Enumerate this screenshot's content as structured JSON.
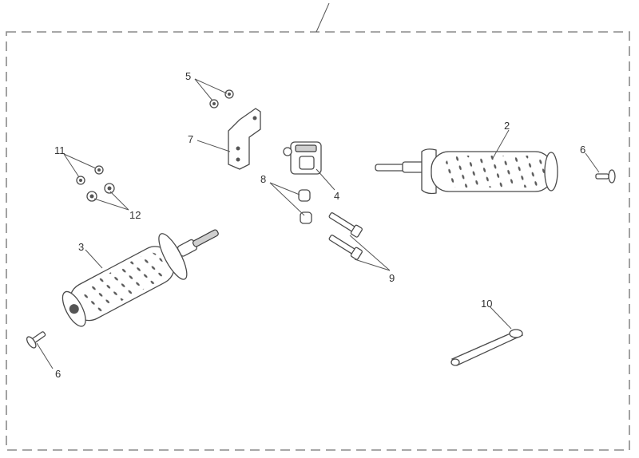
{
  "callouts": {
    "c2": "2",
    "c3": "3",
    "c4": "4",
    "c5": "5",
    "c6a": "6",
    "c6b": "6",
    "c7": "7",
    "c8": "8",
    "c9": "9",
    "c10": "10",
    "c11": "11",
    "c12": "12"
  }
}
